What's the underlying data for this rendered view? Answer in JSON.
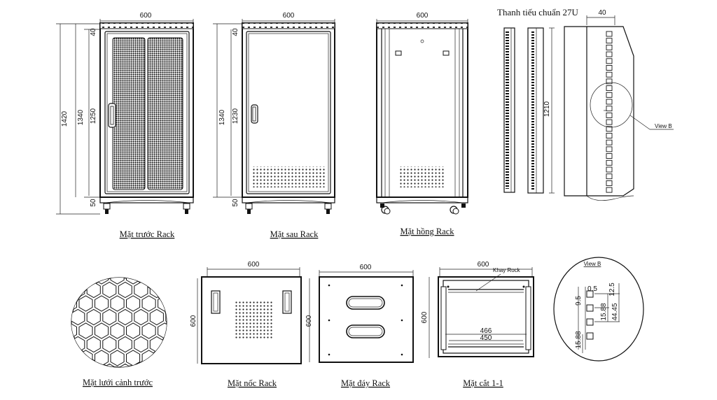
{
  "front": {
    "width": "600",
    "d_total": "1420",
    "d_body": "1340",
    "d_door": "1250",
    "d_top": "40",
    "d_bottom": "50",
    "caption": "Mặt trước Rack"
  },
  "rear": {
    "width": "600",
    "d_body": "1340",
    "d_door": "1230",
    "d_top": "40",
    "d_bottom": "50",
    "caption": "Mặt sau Rack"
  },
  "side": {
    "width": "600",
    "caption": "Mặt hồng Rack"
  },
  "rail": {
    "title": "Thanh tiếu chuẩn 27U",
    "width": "40",
    "height": "1210",
    "view_ref": "View B"
  },
  "mesh": {
    "caption": "Mặt lưới cảnh trước"
  },
  "roof": {
    "width": "600",
    "depth": "600",
    "caption": "Mặt nốc Rack"
  },
  "floor": {
    "width": "600",
    "depth": "600",
    "caption": "Mặt đáy Rack"
  },
  "section": {
    "width": "600",
    "depth": "600",
    "tray_label": "Khay Rock",
    "d1": "466",
    "d2": "450",
    "caption": "Mặt cắt 1-1"
  },
  "viewb": {
    "title": "View B",
    "d_05": "0.5",
    "d_125": "12.5",
    "d_95": "9.5",
    "d_1588a": "15.88",
    "d_4445": "44.45",
    "d_1588b": "15.88"
  }
}
